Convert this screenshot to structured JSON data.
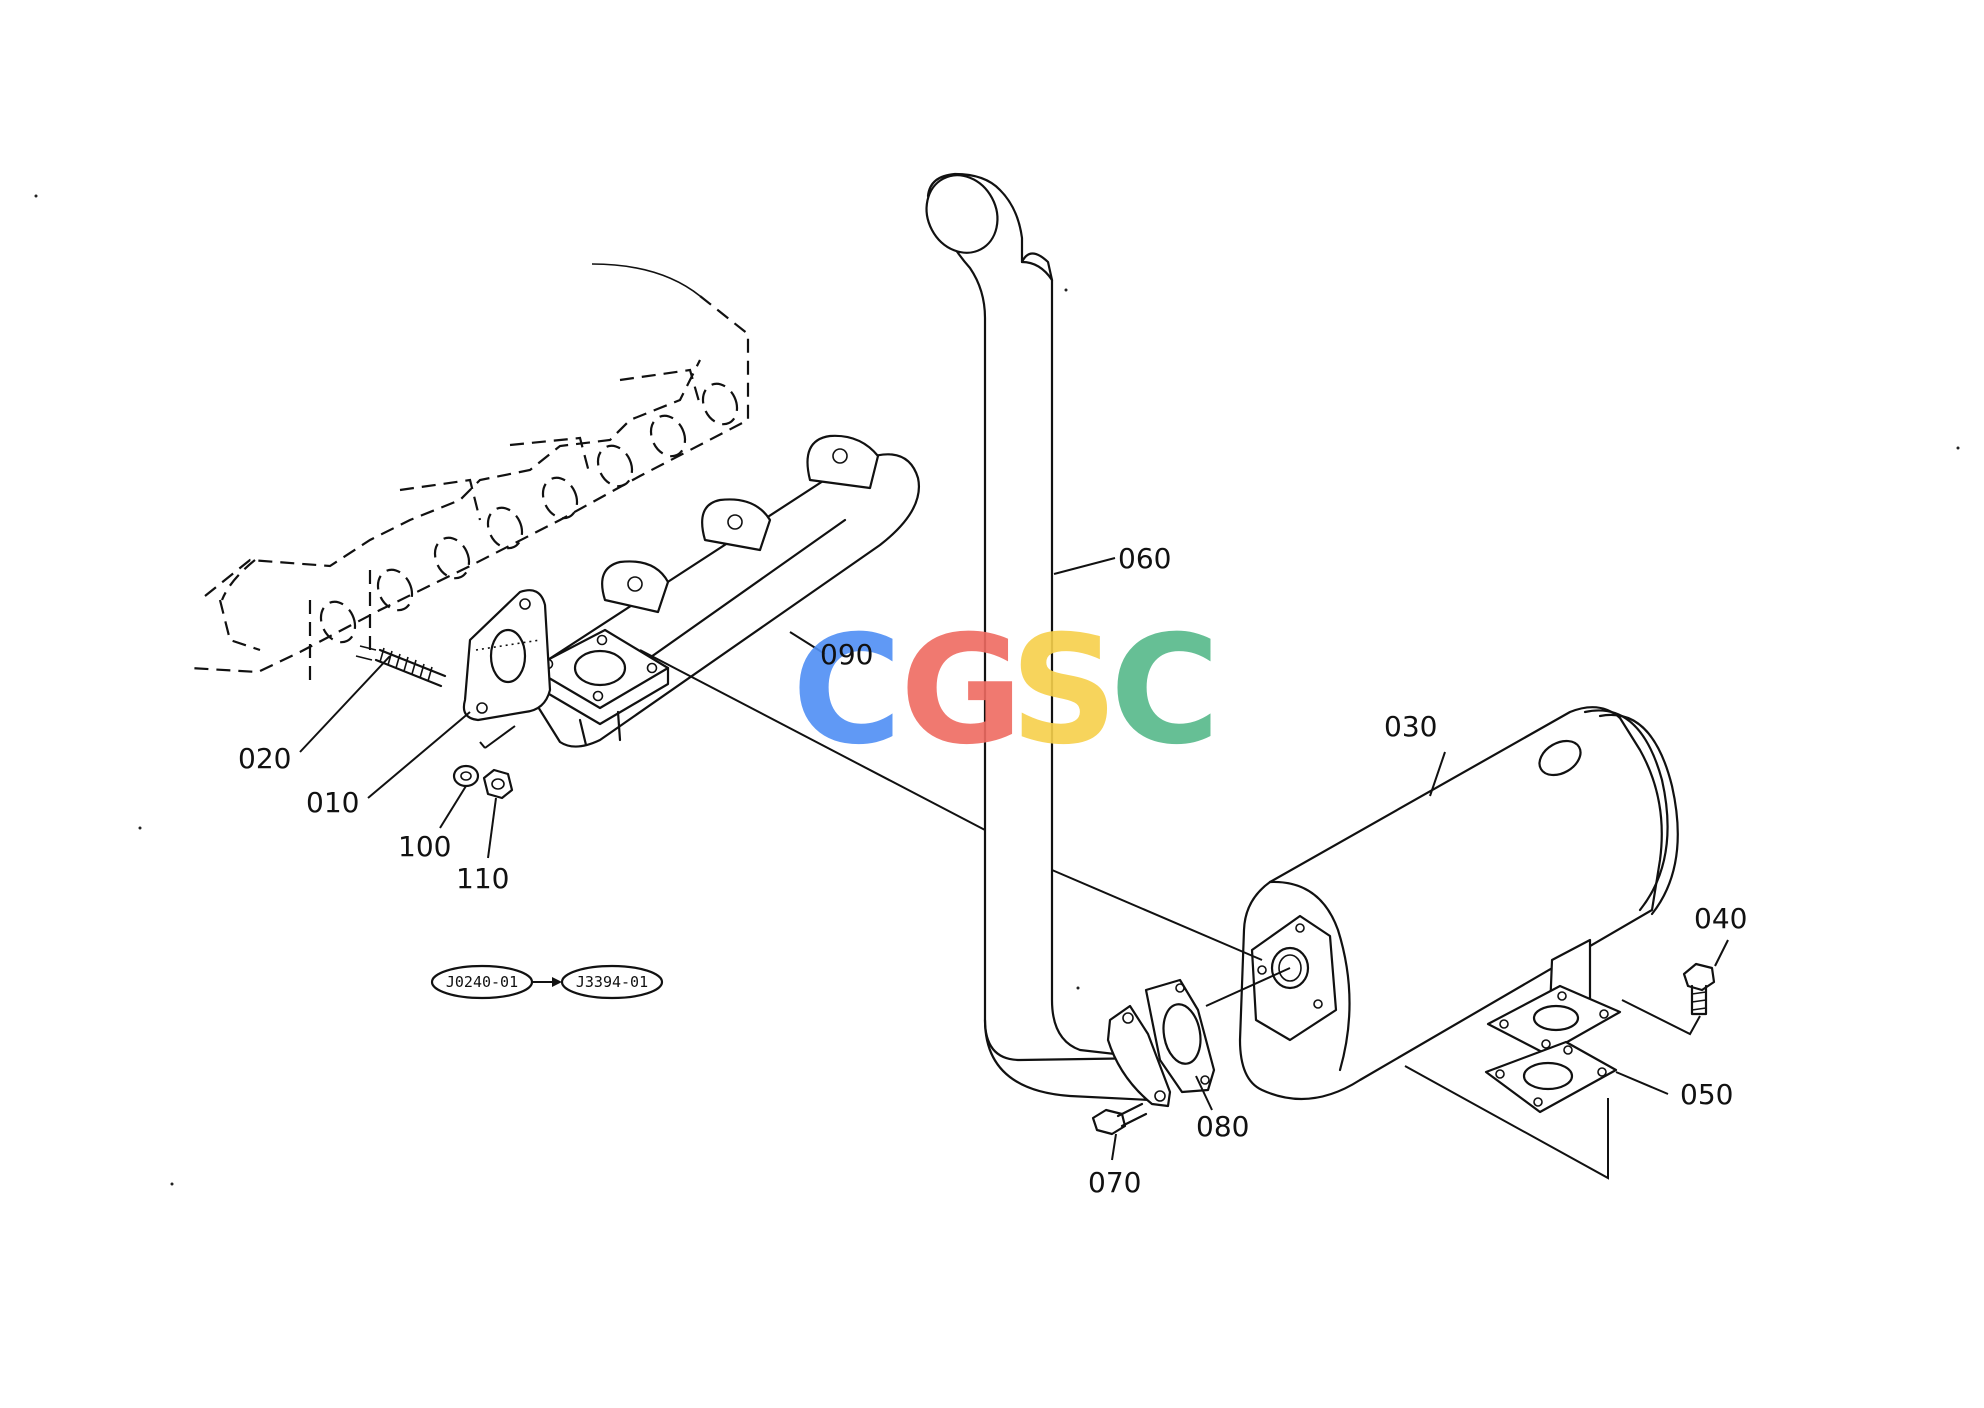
{
  "diagram": {
    "watermark": {
      "letters": [
        "C",
        "G",
        "S",
        "C"
      ],
      "colors": [
        "#4f8ff5",
        "#ef6b61",
        "#f7d04b",
        "#56b98a"
      ]
    },
    "parts": [
      {
        "id": "p010",
        "label": "010"
      },
      {
        "id": "p020",
        "label": "020"
      },
      {
        "id": "p030",
        "label": "030"
      },
      {
        "id": "p040",
        "label": "040"
      },
      {
        "id": "p050",
        "label": "050"
      },
      {
        "id": "p060",
        "label": "060"
      },
      {
        "id": "p070",
        "label": "070"
      },
      {
        "id": "p080",
        "label": "080"
      },
      {
        "id": "p090",
        "label": "090"
      },
      {
        "id": "p100",
        "label": "100"
      },
      {
        "id": "p110",
        "label": "110"
      }
    ],
    "references": [
      {
        "id": "ref1",
        "label": "J0240-01"
      },
      {
        "id": "ref2",
        "label": "J3394-01"
      }
    ],
    "line_color": "#111111"
  }
}
